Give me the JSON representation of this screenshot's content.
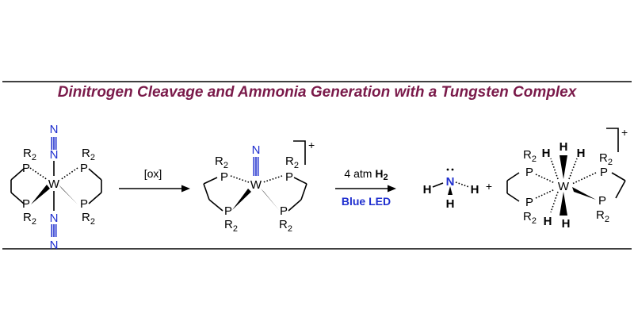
{
  "title": "Dinitrogen Cleavage and Ammonia Generation with a Tungsten Complex",
  "colors": {
    "title": "#7a1a4a",
    "nitrogen": "#1f2fcf",
    "bond": "#000000",
    "rule": "#000000"
  },
  "atoms": {
    "tungsten": "W",
    "phosphorus": "P",
    "nitrogen": "N",
    "hydrogen": "H",
    "r_group": "R",
    "r_subscript": "2"
  },
  "reaction": {
    "step1_reagent": "[ox]",
    "step2_reagent_prefix": "4 atm ",
    "step2_reagent_h": "H",
    "step2_reagent_sub": "2",
    "step2_condition": "Blue LED",
    "plus": "+",
    "cation_charge": "+"
  }
}
